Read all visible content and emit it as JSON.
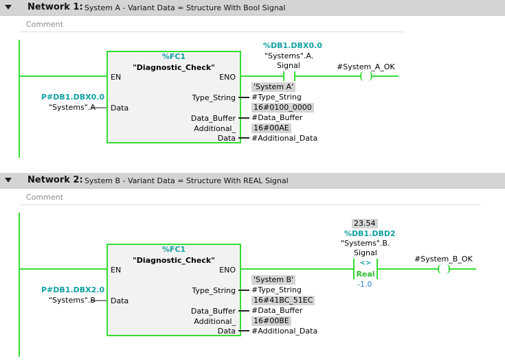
{
  "networks": [
    {
      "label": "Network 1:",
      "title": "System A - Variant Data = Structure With Bool Signal",
      "comment": "Comment",
      "block": {
        "number": "%FC1",
        "name": "\"Diagnostic_Check\"",
        "en": "EN",
        "eno": "ENO",
        "data_pin": "Data",
        "type_string_pin": "Type_String",
        "data_buffer_pin": "Data_Buffer",
        "additional_pin_1": "Additional_",
        "additional_pin_2": "Data"
      },
      "data_input": {
        "address": "P#DB1.DBX0.0",
        "symbol": "\"Systems\".A"
      },
      "outputs": {
        "type_string_value": "'System A'",
        "type_string_var": "#Type_String",
        "data_buffer_value": "16#0100_0000",
        "data_buffer_var": "#Data_Buffer",
        "additional_value": "16#00AE",
        "additional_var": "#Additional_Data"
      },
      "contact": {
        "address": "%DB1.DBX0.0",
        "symbol_1": "\"Systems\".A.",
        "symbol_2": "Signal"
      },
      "coil": {
        "label": "#System_A_OK"
      }
    },
    {
      "label": "Network 2:",
      "title": "System B - Variant Data = Structure With REAL Signal",
      "comment": "Comment",
      "block": {
        "number": "%FC1",
        "name": "\"Diagnostic_Check\"",
        "en": "EN",
        "eno": "ENO",
        "data_pin": "Data",
        "type_string_pin": "Type_String",
        "data_buffer_pin": "Data_Buffer",
        "additional_pin_1": "Additional_",
        "additional_pin_2": "Data"
      },
      "data_input": {
        "address": "P#DB1.DBX2.0",
        "symbol": "\"Systems\".B"
      },
      "outputs": {
        "type_string_value": "'System B'",
        "type_string_var": "#Type_String",
        "data_buffer_value": "16#41BC_51EC",
        "data_buffer_var": "#Data_Buffer",
        "additional_value": "16#00BE",
        "additional_var": "#Additional_Data"
      },
      "comparator": {
        "live_value": "23.54",
        "address": "%DB1.DBD2",
        "symbol_1": "\"Systems\".B.",
        "symbol_2": "Signal",
        "operator": "<>",
        "type": "Real",
        "compare_value": "-1.0"
      },
      "coil": {
        "label": "#System_B_OK"
      }
    }
  ],
  "colors": {
    "power_flow": "#33dd33",
    "address": "#12a0a0",
    "header": "#d4d4d4"
  }
}
